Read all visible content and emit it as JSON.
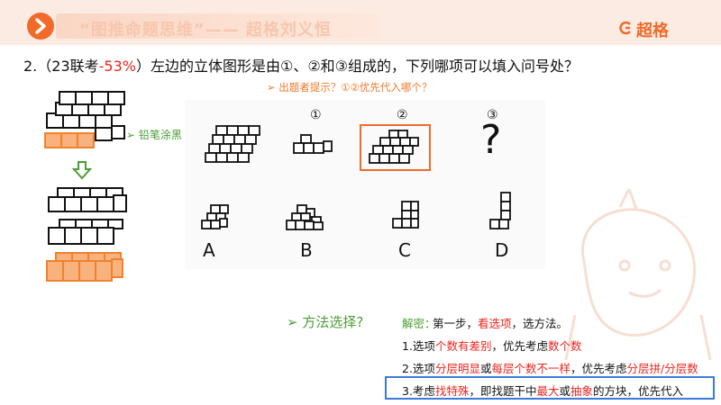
{
  "header": {
    "title": "“图推命题思维”—— 超格刘义恒",
    "brand_name": "超格"
  },
  "question": {
    "number": "2.",
    "prefix": "（23联考",
    "rate": "-53%",
    "suffix": "）左边的立体图形是由①、②和③组成的，下列哪项可以填入问号处？"
  },
  "hint": "➢ 出题者提示？①②优先代入哪个？",
  "figure": {
    "pencil_label": "➢ 铅笔涂黑",
    "part_labels": [
      "①",
      "②",
      "③"
    ],
    "question_mark": "?",
    "options": [
      "A",
      "B",
      "C",
      "D"
    ]
  },
  "method": {
    "title": "➢ 方法选择?",
    "analysis_label": "解密：",
    "step": "第一步，",
    "step_red": "看选项",
    "step_tail": "，选方法。",
    "line1_a": "1.选项",
    "line1_red1": "个数有差别",
    "line1_b": "，优先考虑",
    "line1_red2": "数个数",
    "line2_a": "2.选项",
    "line2_red1": "分层明显",
    "line2_b": "或",
    "line2_red2": "每层个数不一样",
    "line2_c": "，优先考虑",
    "line2_red3": "分层拼/分层数",
    "line3_a": "3.考虑",
    "line3_red1": "找特殊",
    "line3_b": "，即找题干中",
    "line3_red2": "最大",
    "line3_c": "或",
    "line3_red3": "抽象",
    "line3_d": "的方块，优先代入"
  },
  "colors": {
    "accent": "#f26a2a",
    "highlight_red": "#e8271e",
    "green": "#4a9d35",
    "box_blue": "#3c7bd6",
    "fill_orange": "#f7b27e"
  }
}
